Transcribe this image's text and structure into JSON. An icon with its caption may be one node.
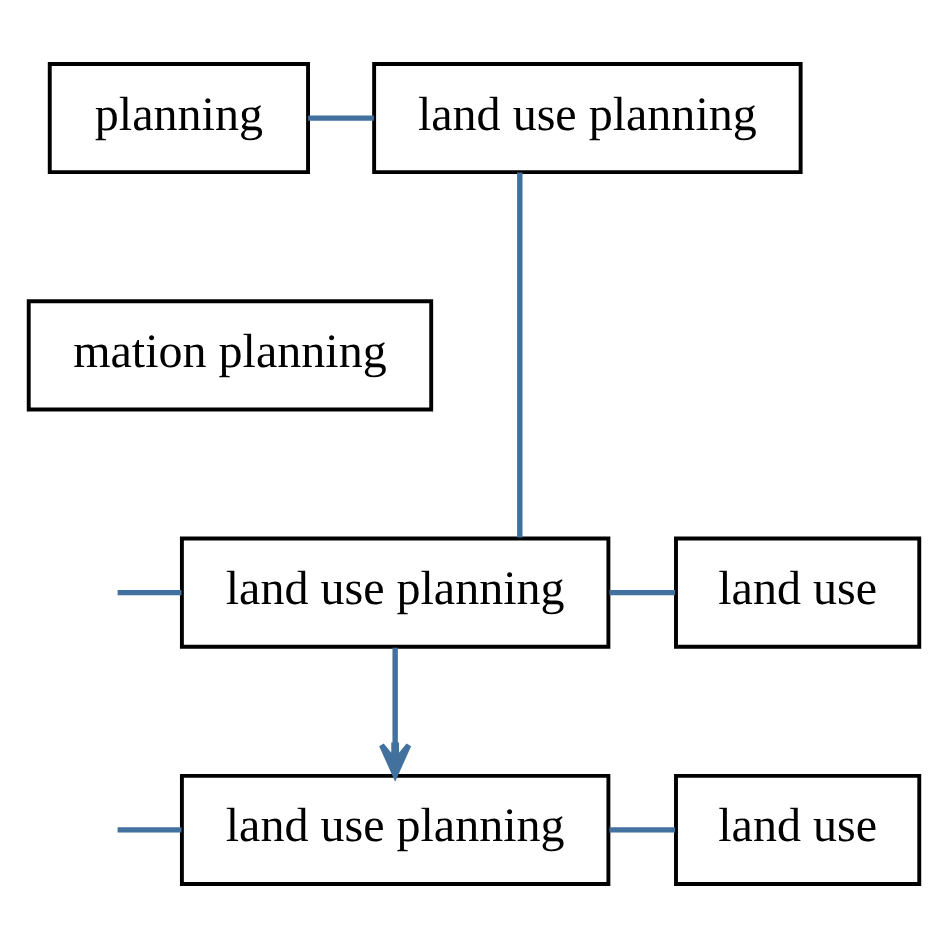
{
  "diagram": {
    "nodes": [
      {
        "text": [
          "planning"
        ]
      },
      {
        "text": [
          "land use planning"
        ]
      },
      {
        "text": [
          "mation planning"
        ]
      },
      {
        "text": [
          "land use planning"
        ]
      },
      {
        "text": [
          "land use"
        ]
      },
      {
        "text": [
          "land use planning"
        ]
      },
      {
        "text": [
          "land use"
        ]
      }
    ],
    "edges": [
      {
        "from": 0,
        "to": 1,
        "arrow": "none"
      },
      {
        "from": 1,
        "to": 3,
        "arrow": "none"
      },
      {
        "from": null,
        "to": 3,
        "arrow": "none"
      },
      {
        "from": 3,
        "to": 4,
        "arrow": "none"
      },
      {
        "from": 3,
        "to": 5,
        "arrow": "to"
      },
      {
        "from": null,
        "to": 5,
        "arrow": "none"
      },
      {
        "from": 5,
        "to": 6,
        "arrow": "none"
      }
    ]
  }
}
